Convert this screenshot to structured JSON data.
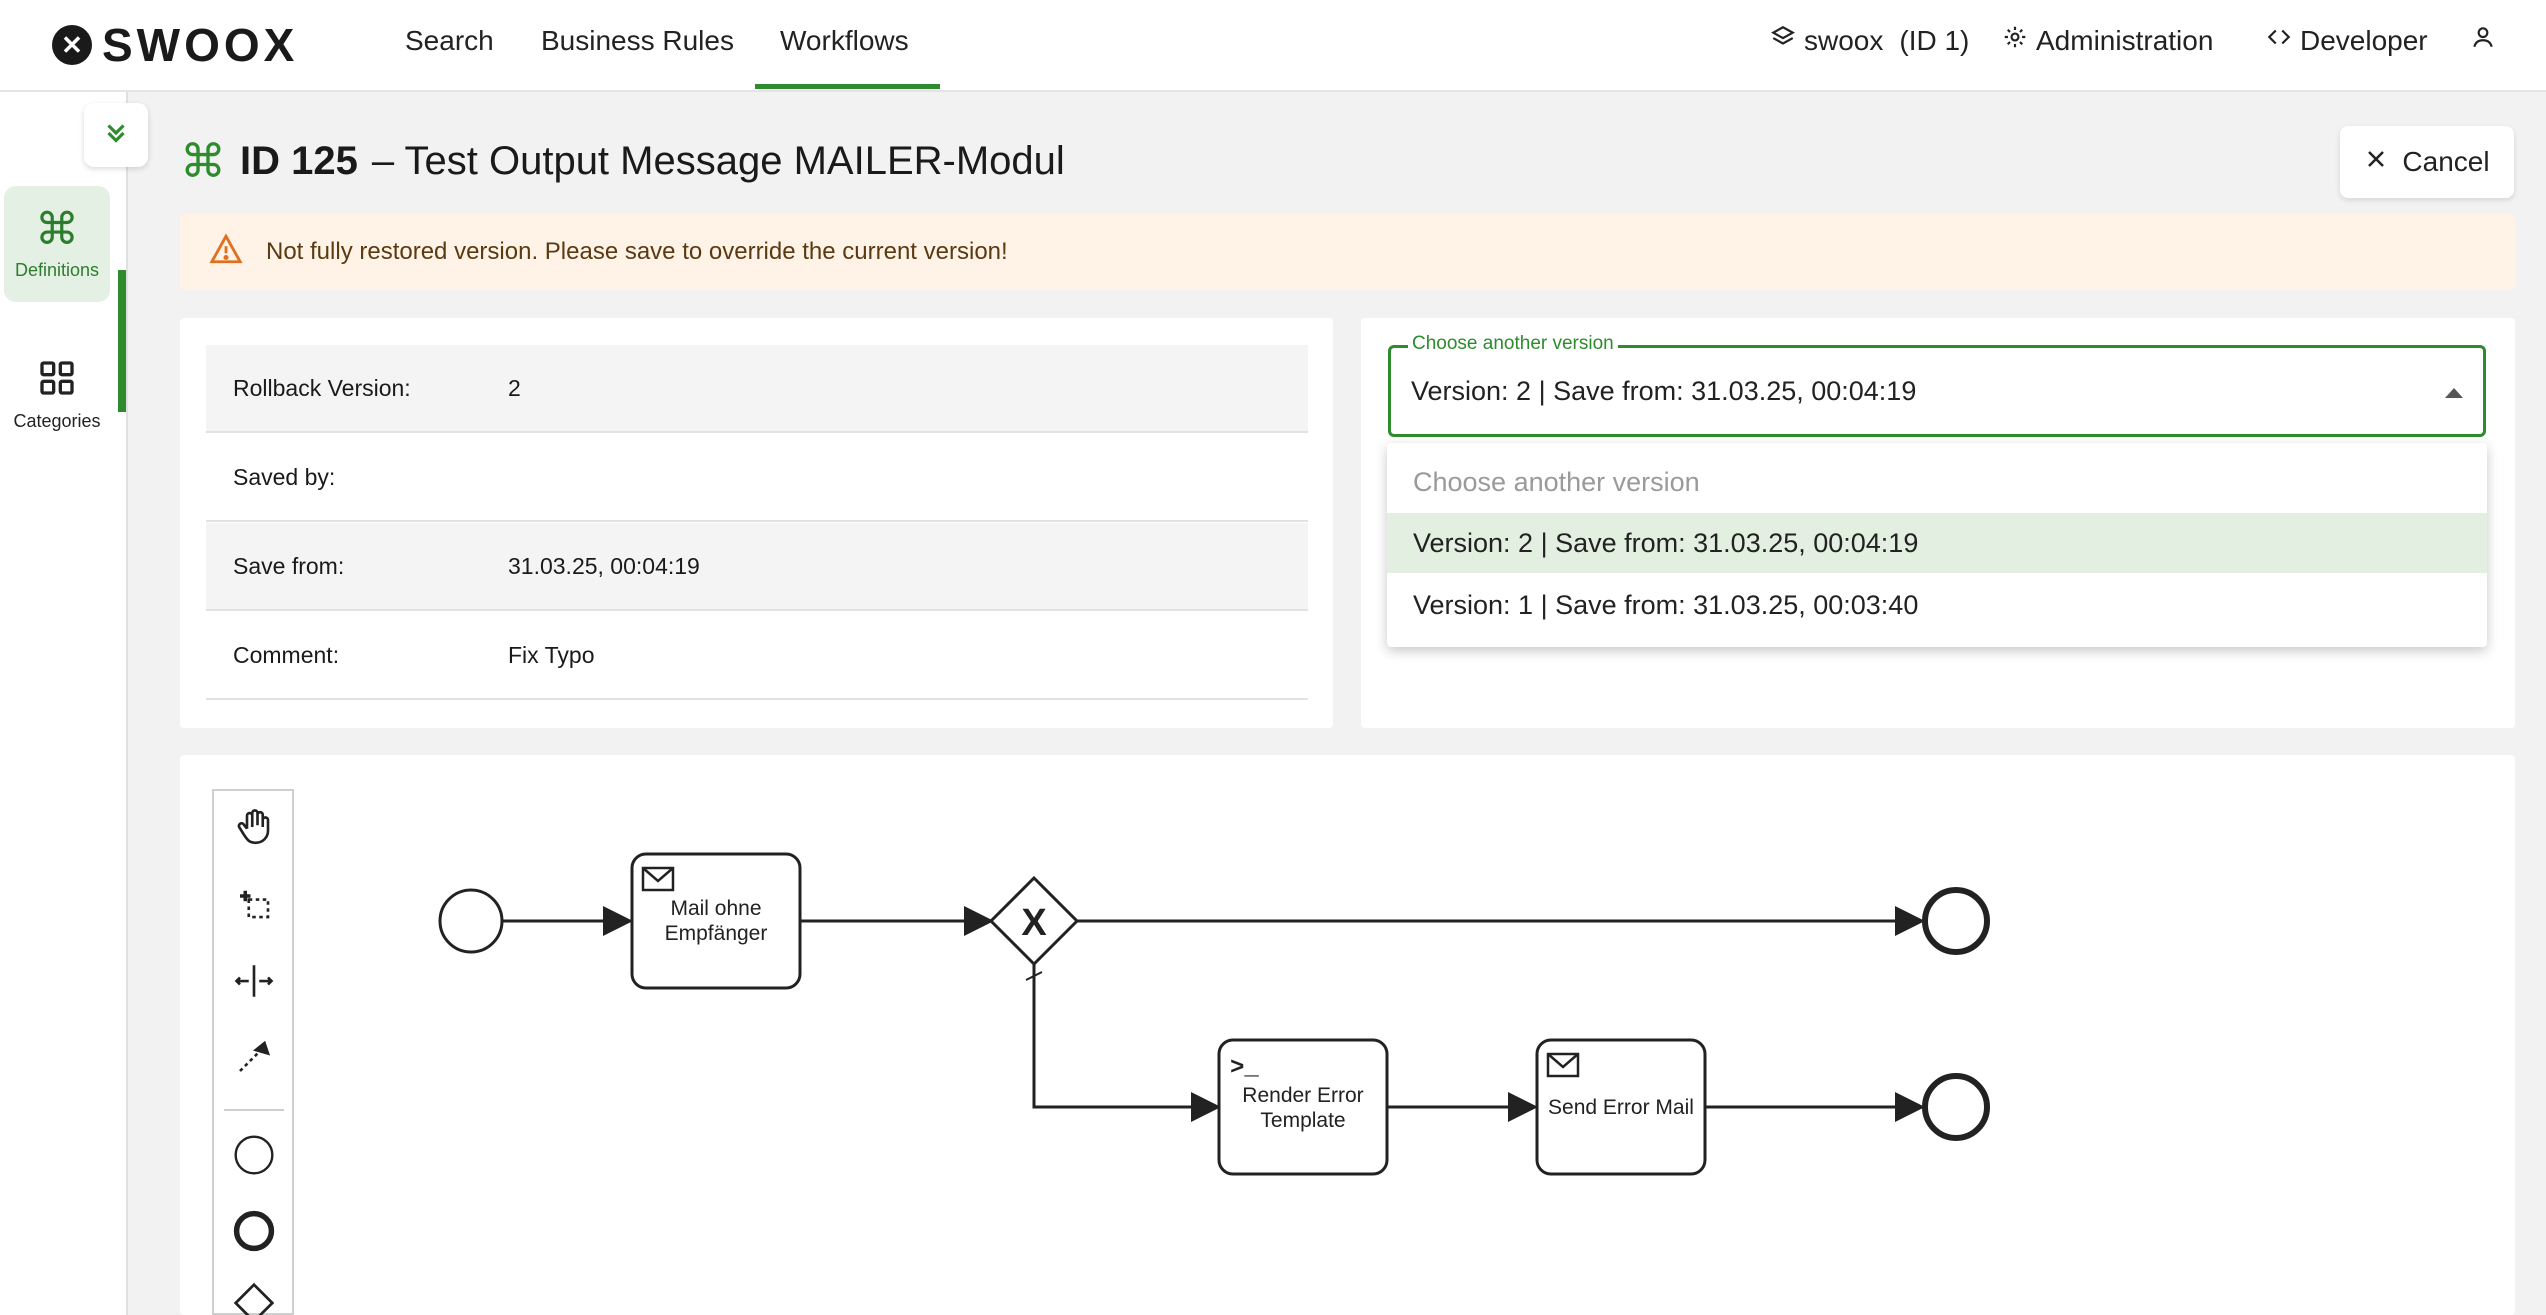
{
  "brand": {
    "logo_text": "SWOOX"
  },
  "nav": {
    "links": [
      {
        "label": "Search"
      },
      {
        "label": "Business Rules"
      },
      {
        "label": "Workflows"
      }
    ],
    "tenant": {
      "name": "swoox",
      "id_label": "(ID 1)"
    },
    "administration": "Administration",
    "developer": "Developer"
  },
  "sidebar": {
    "items": [
      {
        "label": "Definitions",
        "icon": "command-icon"
      },
      {
        "label": "Categories",
        "icon": "grid-icon"
      }
    ]
  },
  "page": {
    "id_label": "ID 125",
    "title_rest": "– Test Output Message MAILER-Modul",
    "cancel_label": "Cancel"
  },
  "warning": {
    "text": "Not fully restored version. Please save to override the current version!"
  },
  "info": {
    "rows": [
      {
        "label": "Rollback Version:",
        "value": "2"
      },
      {
        "label": "Saved by:",
        "value": ""
      },
      {
        "label": "Save from:",
        "value": "31.03.25, 00:04:19"
      },
      {
        "label": "Comment:",
        "value": "Fix Typo"
      }
    ]
  },
  "version_select": {
    "legend": "Choose another version",
    "value": "Version: 2 |  Save from: 31.03.25, 00:04:19",
    "placeholder": "Choose another version",
    "options": [
      {
        "label": "Version: 2 |  Save from: 31.03.25, 00:04:19",
        "selected": true
      },
      {
        "label": "Version: 1 |  Save from: 31.03.25, 00:03:40",
        "selected": false
      }
    ]
  },
  "diagram": {
    "task_mail": "Mail ohne Empfänger",
    "task_mail_l1": "Mail ohne",
    "task_mail_l2": "Empfänger",
    "task_render_l1": "Render Error",
    "task_render_l2": "Template",
    "task_send": "Send Error Mail",
    "gateway_symbol": "X"
  },
  "colors": {
    "accent": "#2e8b2e",
    "warning_bg": "#fff2e6",
    "selected_bg": "#e3efe0"
  }
}
